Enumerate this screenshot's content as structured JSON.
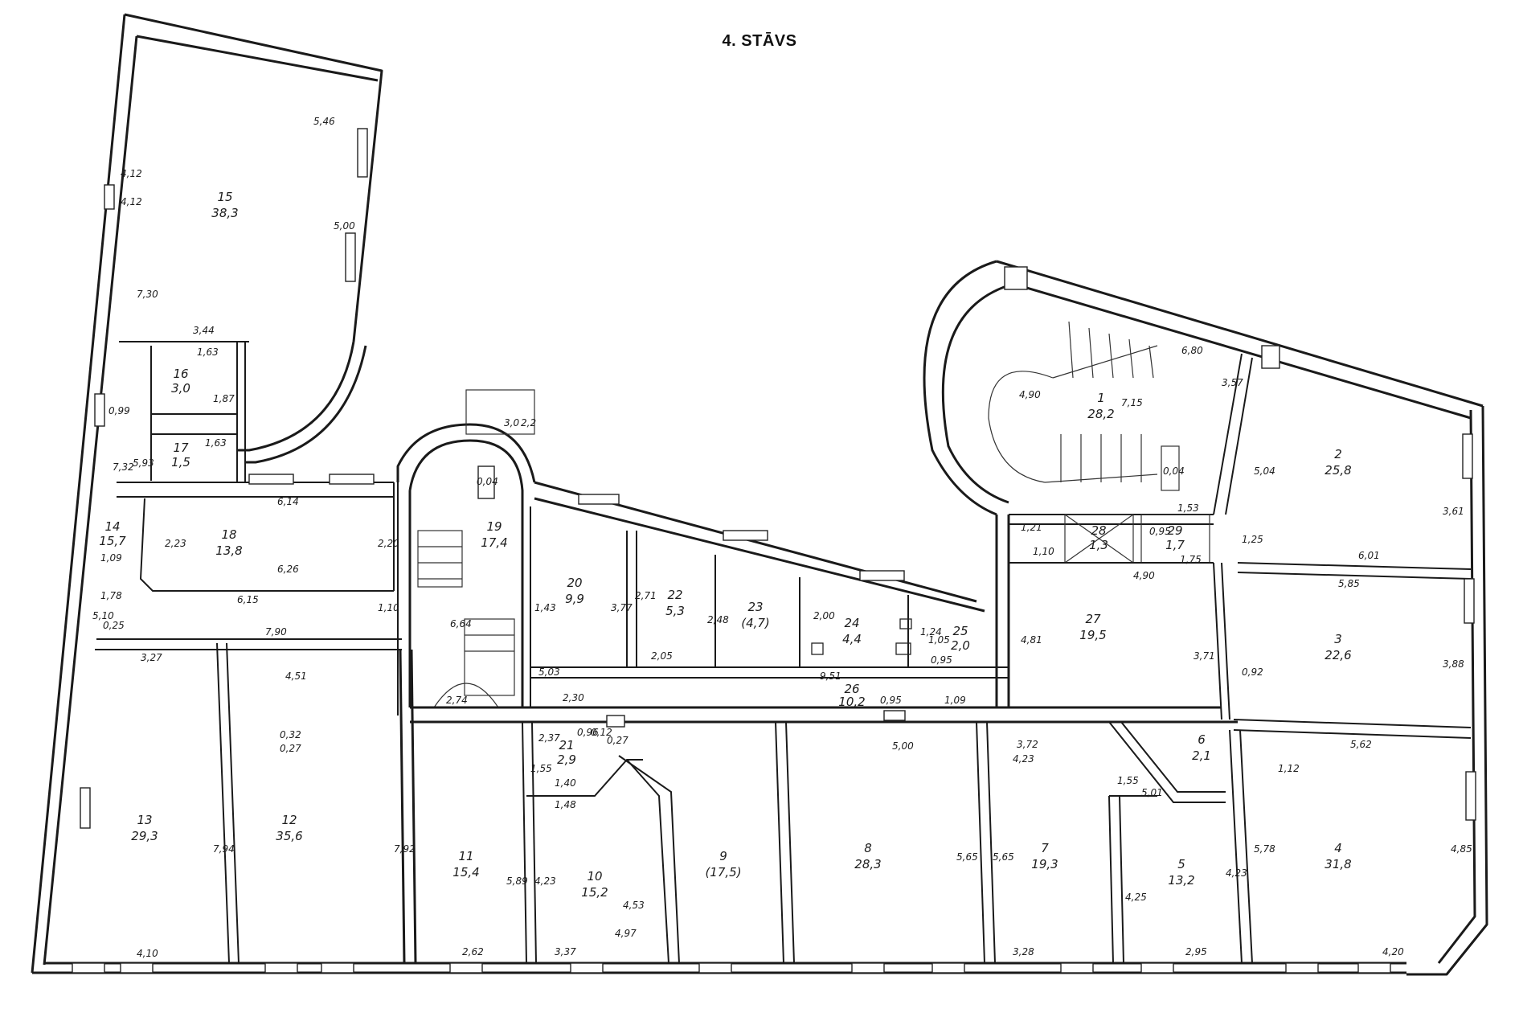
{
  "title": "4. STĀVS",
  "rooms": [
    {
      "num": "1",
      "area": "28,2"
    },
    {
      "num": "2",
      "area": "25,8"
    },
    {
      "num": "3",
      "area": "22,6"
    },
    {
      "num": "4",
      "area": "31,8"
    },
    {
      "num": "5",
      "area": "13,2"
    },
    {
      "num": "6",
      "area": "2,1"
    },
    {
      "num": "7",
      "area": "19,3"
    },
    {
      "num": "8",
      "area": "28,3"
    },
    {
      "num": "9",
      "area": "(17,5)"
    },
    {
      "num": "10",
      "area": "15,2"
    },
    {
      "num": "11",
      "area": "15,4"
    },
    {
      "num": "12",
      "area": "35,6"
    },
    {
      "num": "13",
      "area": "29,3"
    },
    {
      "num": "14",
      "area": "15,7"
    },
    {
      "num": "15",
      "area": "38,3"
    },
    {
      "num": "16",
      "area": "3,0"
    },
    {
      "num": "17",
      "area": "1,5"
    },
    {
      "num": "18",
      "area": "13,8"
    },
    {
      "num": "19",
      "area": "17,4"
    },
    {
      "num": "20",
      "area": "9,9"
    },
    {
      "num": "21",
      "area": "2,9"
    },
    {
      "num": "22",
      "area": "5,3"
    },
    {
      "num": "23",
      "area": "(4,7)"
    },
    {
      "num": "24",
      "area": "4,4"
    },
    {
      "num": "25",
      "area": "2,0"
    },
    {
      "num": "26",
      "area": "10,2"
    },
    {
      "num": "27",
      "area": "19,5"
    },
    {
      "num": "28",
      "area": "1,3"
    },
    {
      "num": "29",
      "area": "1,7"
    }
  ],
  "dims": [
    "5,46",
    "5,00",
    "4,12",
    "7,30",
    "3,44",
    "1,63",
    "1,87",
    "0,99",
    "7,32",
    "5,93",
    "2,23",
    "6,26",
    "6,14",
    "2,20",
    "6,15",
    "1,10",
    "7,90",
    "1,09",
    "1,78",
    "3,27",
    "4,51",
    "0,32",
    "0,27",
    "7,94",
    "7,92",
    "4,10",
    "6,64",
    "2,74",
    "0,04",
    "1,43",
    "3,77",
    "5,03",
    "2,30",
    "2,71",
    "2,48",
    "2,05",
    "2,00",
    "1,24",
    "9,51",
    "0,95",
    "5,00",
    "1,09",
    "4,81",
    "3,71",
    "4,90",
    "1,21",
    "1,10",
    "0,95",
    "1,53",
    "1,75",
    "3,57",
    "4,90",
    "7,15",
    "6,80",
    "5,04",
    "3,61",
    "6,01",
    "5,85",
    "3,88",
    "0,92",
    "1,25",
    "5,62",
    "4,85",
    "5,78",
    "4,23",
    "4,20",
    "2,95",
    "3,28",
    "5,65",
    "5,65",
    "3,72",
    "4,23",
    "1,55",
    "5,01",
    "4,25",
    "4,53",
    "4,97",
    "3,37",
    "2,62",
    "5,89",
    "4,23",
    "1,48",
    "1,40",
    "2,37",
    "1,55",
    "0,12",
    "0,27",
    "0,96",
    "1,63",
    "0,25",
    "5,10",
    "3,0",
    "2,2",
    "0,04",
    "4,12",
    "1,12",
    "1,05",
    "0,95"
  ]
}
